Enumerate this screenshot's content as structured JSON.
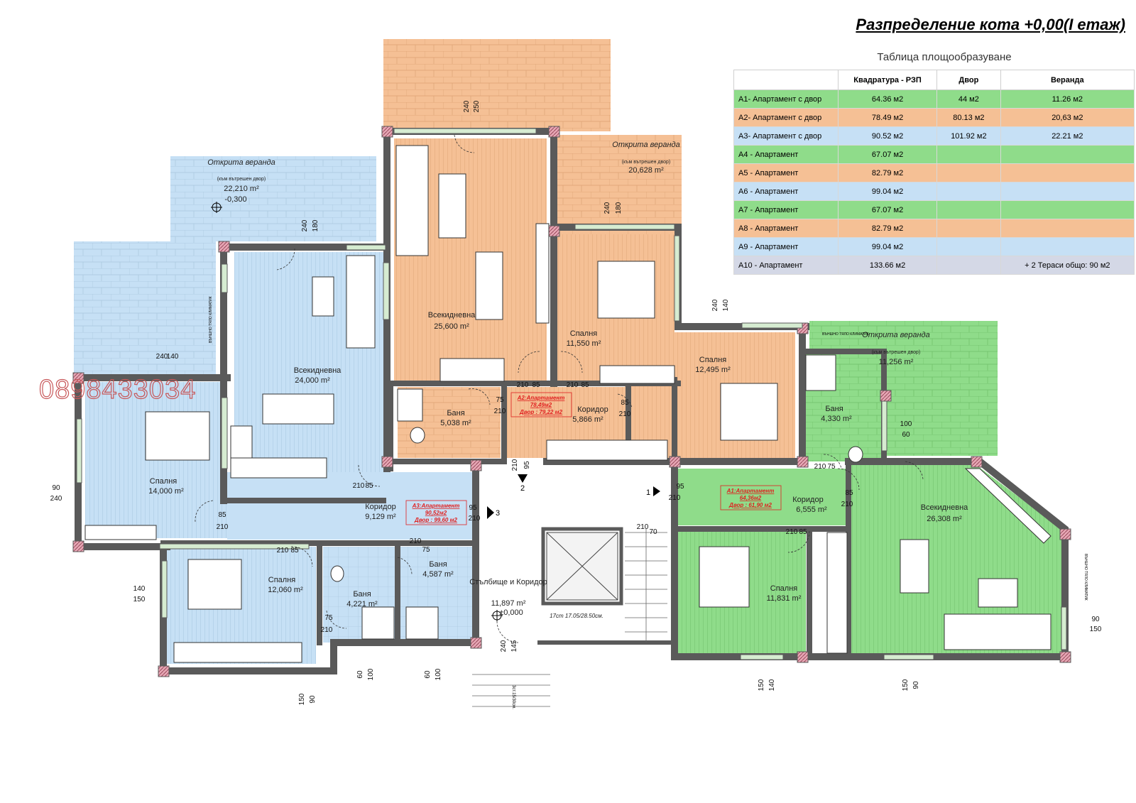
{
  "title": "Разпределение кота +0,00(I етаж)",
  "table": {
    "caption": "Таблица площообразуване",
    "headers": [
      "",
      "Квадратура - РЗП",
      "Двор",
      "Веранда"
    ],
    "rows": [
      {
        "name": "А1- Апартамент с двор",
        "rzp": "64.36 м2",
        "yard": "44 м2",
        "veranda": "11.26 м2",
        "color": "#8fdc8a"
      },
      {
        "name": "А2- Апартамент с двор",
        "rzp": "78.49 м2",
        "yard": "80.13 м2",
        "veranda": "20,63 м2",
        "color": "#f5c095"
      },
      {
        "name": "А3- Апартамент с двор",
        "rzp": "90.52 м2",
        "yard": "101.92 м2",
        "veranda": "22.21 м2",
        "color": "#c6e0f5"
      },
      {
        "name": "А4 - Апартамент",
        "rzp": "67.07 м2",
        "yard": "",
        "veranda": "",
        "color": "#8fdc8a"
      },
      {
        "name": "А5 - Апартамент",
        "rzp": "82.79 м2",
        "yard": "",
        "veranda": "",
        "color": "#f5c095"
      },
      {
        "name": "А6 - Апартамент",
        "rzp": "99.04 м2",
        "yard": "",
        "veranda": "",
        "color": "#c6e0f5"
      },
      {
        "name": "А7 - Апартамент",
        "rzp": "67.07 м2",
        "yard": "",
        "veranda": "",
        "color": "#8fdc8a"
      },
      {
        "name": "А8 - Апартамент",
        "rzp": "82.79 м2",
        "yard": "",
        "veranda": "",
        "color": "#f5c095"
      },
      {
        "name": "А9 - Апартамент",
        "rzp": "99.04 м2",
        "yard": "",
        "veranda": "",
        "color": "#c6e0f5"
      },
      {
        "name": "А10 - Апартамент",
        "rzp": "133.66 м2",
        "yard": "",
        "veranda": "+ 2 Тераси общо: 90 м2",
        "color": "#d4d8e6"
      }
    ]
  },
  "watermark": "0898433034",
  "rooms": {
    "veranda_a3": {
      "name": "Открита веранда",
      "note": "(към вътрешен двор)",
      "area": "22,210 m²",
      "level": "-0,300"
    },
    "veranda_a2": {
      "name": "Открита веранда",
      "note": "(към вътрешен двор)",
      "area": "20,628 m²"
    },
    "veranda_a1": {
      "name": "Открита веранда",
      "note": "(към вътрешен двор)",
      "area": "11,256 m²"
    },
    "a2_living": {
      "name": "Всекидневна",
      "area": "25,600 m²"
    },
    "a2_bedroom1": {
      "name": "Спалня",
      "area": "11,550 m²"
    },
    "a2_bedroom2": {
      "name": "Спалня",
      "area": "12,495 m²"
    },
    "a2_bath": {
      "name": "Баня",
      "area": "5,038 m²"
    },
    "a2_corridor": {
      "name": "Коридор",
      "area": "5,866 m²"
    },
    "a3_living": {
      "name": "Всекидневна",
      "area": "24,000 m²"
    },
    "a3_bedroom1": {
      "name": "Спалня",
      "area": "14,000 m²"
    },
    "a3_bedroom2": {
      "name": "Спалня",
      "area": "12,060 m²"
    },
    "a3_corridor": {
      "name": "Коридор",
      "area": "9,129 m²"
    },
    "a3_bath1": {
      "name": "Баня",
      "area": "4,221 m²"
    },
    "a3_bath2": {
      "name": "Баня",
      "area": "4,587 m²"
    },
    "stairs": {
      "name": "Стълбище и Коридор",
      "area": "11,897 m²",
      "level": "±0,000"
    },
    "a1_bath": {
      "name": "Баня",
      "area": "4,330 m²"
    },
    "a1_corridor": {
      "name": "Коридор",
      "area": "6,555 m²"
    },
    "a1_bedroom": {
      "name": "Спалня",
      "area": "11,831 m²"
    },
    "a1_living": {
      "name": "Всекидневна",
      "area": "26,308 m²"
    }
  },
  "apartment_tags": {
    "a2": {
      "title": "А2:Апартамент",
      "area": "78,49м2",
      "yard": "Двор : 79,22 м2"
    },
    "a3": {
      "title": "А3:Апартамент",
      "area": "90,52м2",
      "yard": "Двор : 99,60 м2"
    },
    "a1": {
      "title": "А1:Апартамент",
      "area": "64,36м2",
      "yard": "Двор : 61,90 м2"
    }
  },
  "notes": {
    "stairs_steps": "17ст 17.05/28.50см.",
    "klimatik": "ВЪНШНО ТЯЛО КЛИМАТИК",
    "steps_small": "3ст.15/30см."
  },
  "section_marks": [
    "1",
    "2",
    "3"
  ],
  "dimensions": [
    "240",
    "180",
    "250",
    "140",
    "100",
    "90",
    "150",
    "85",
    "210",
    "75",
    "95",
    "70",
    "60",
    "145"
  ],
  "colors": {
    "blue": "#c6e0f5",
    "orange": "#f5c095",
    "green": "#8fdc8a",
    "wall": "#5a5a5a",
    "pillar": "#d27a8c",
    "tag": "#e02020"
  }
}
